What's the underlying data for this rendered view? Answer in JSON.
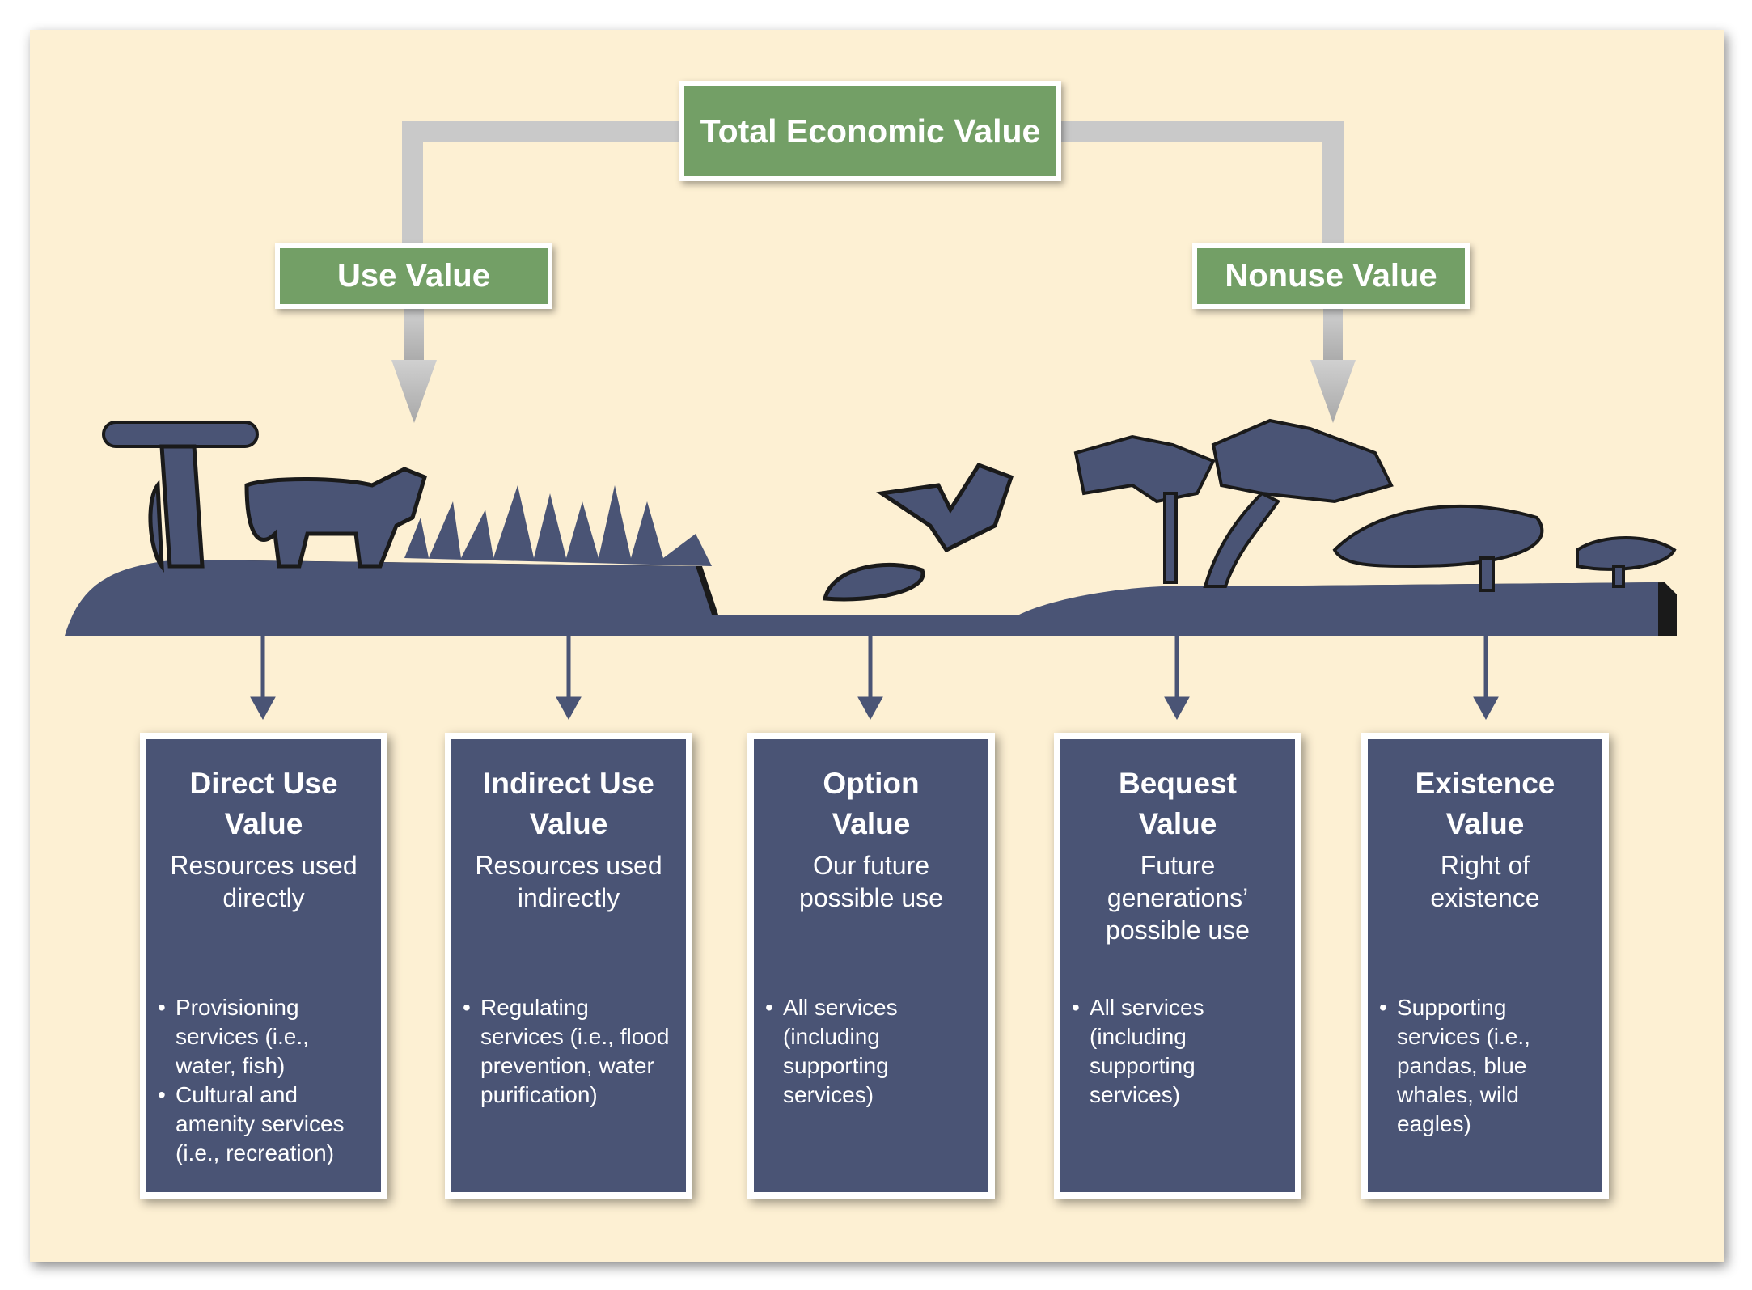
{
  "title": "Total Economic Value",
  "branches": {
    "use": "Use Value",
    "nonuse": "Nonuse Value"
  },
  "colors": {
    "background": "#fdf0d3",
    "green": "#739f66",
    "navy": "#4a5475",
    "connector": "#c8c8c8"
  },
  "cards": [
    {
      "title": "Direct Use Value",
      "subtitle": "Resources used directly",
      "bullets": [
        "Provisioning services (i.e., water, fish)",
        "Cultural and amenity services (i.e., recreation)"
      ]
    },
    {
      "title": "Indirect Use Value",
      "subtitle": "Resources used indirectly",
      "bullets": [
        "Regulating services (i.e., flood prevention, water purification)"
      ]
    },
    {
      "title": "Option Value",
      "subtitle": "Our future possible use",
      "bullets": [
        "All services (including supporting services)"
      ]
    },
    {
      "title": "Bequest Value",
      "subtitle": "Future generations’ possible use",
      "bullets": [
        "All services (including supporting services)"
      ]
    },
    {
      "title": "Existence Value",
      "subtitle": "Right of existence",
      "bullets": [
        "Supporting services (i.e., pandas, blue whales, wild eagles)"
      ]
    }
  ]
}
